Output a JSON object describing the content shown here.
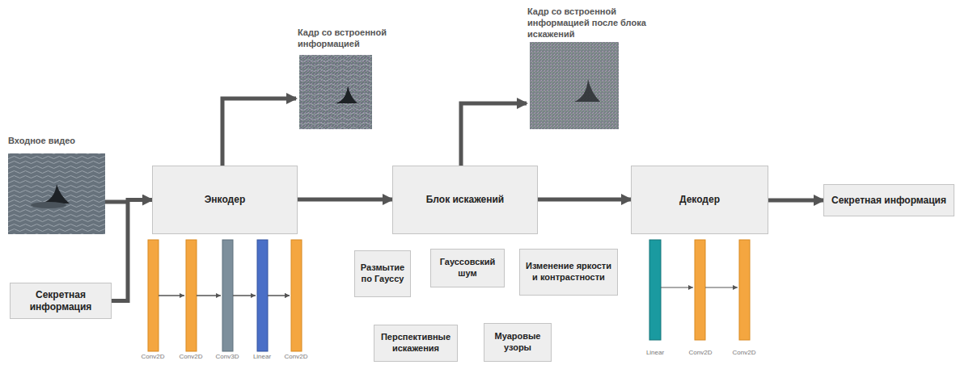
{
  "diagram": {
    "nodes": [
      {
        "text": [
          "Секретная информация"
        ]
      },
      {
        "text": [
          "Энкодер"
        ]
      },
      {
        "text": [
          "Блок искажений"
        ]
      },
      {
        "text": [
          "Размытие по Гауссу"
        ]
      },
      {
        "text": [
          "Гауссовский шум"
        ]
      },
      {
        "text": [
          "Изменение яркости и контрастности"
        ]
      },
      {
        "text": [
          "Перспективные искажения"
        ]
      },
      {
        "text": [
          "Муаровые узоры"
        ]
      },
      {
        "text": [
          "Декодер"
        ]
      },
      {
        "text": [
          "Секретная информация"
        ]
      }
    ],
    "edges": [
      {
        "from": 0,
        "to": 1,
        "arrow": "to"
      },
      {
        "from": 1,
        "to": 2,
        "arrow": "to"
      },
      {
        "from": 2,
        "to": 8,
        "arrow": "to"
      },
      {
        "from": 8,
        "to": 9,
        "arrow": "to"
      }
    ],
    "labels": [
      "Входное видео",
      "Кадр со встроенной информацией",
      "Кадр со встроенной информацией после блока искажений",
      "Conv2D",
      "Conv2D",
      "Conv3D",
      "Linear",
      "Conv2D",
      "Linear",
      "Conv2D",
      "Conv2D"
    ]
  }
}
